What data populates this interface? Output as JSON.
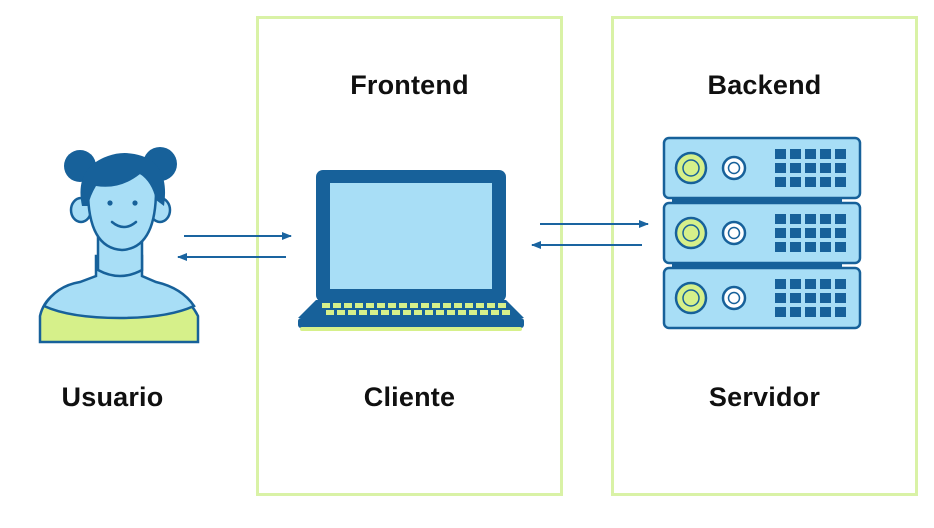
{
  "labels": {
    "frontend": "Frontend",
    "backend": "Backend",
    "user": "Usuario",
    "client": "Cliente",
    "server": "Servidor"
  },
  "colors": {
    "panel_border": "#d9f2a6",
    "dark_blue": "#17619a",
    "light_blue": "#a8def6",
    "lime": "#d6f08a",
    "arrow": "#1a64a0"
  },
  "icons": [
    "user-avatar-icon",
    "laptop-icon",
    "server-rack-icon",
    "bidirectional-arrows-icon"
  ]
}
